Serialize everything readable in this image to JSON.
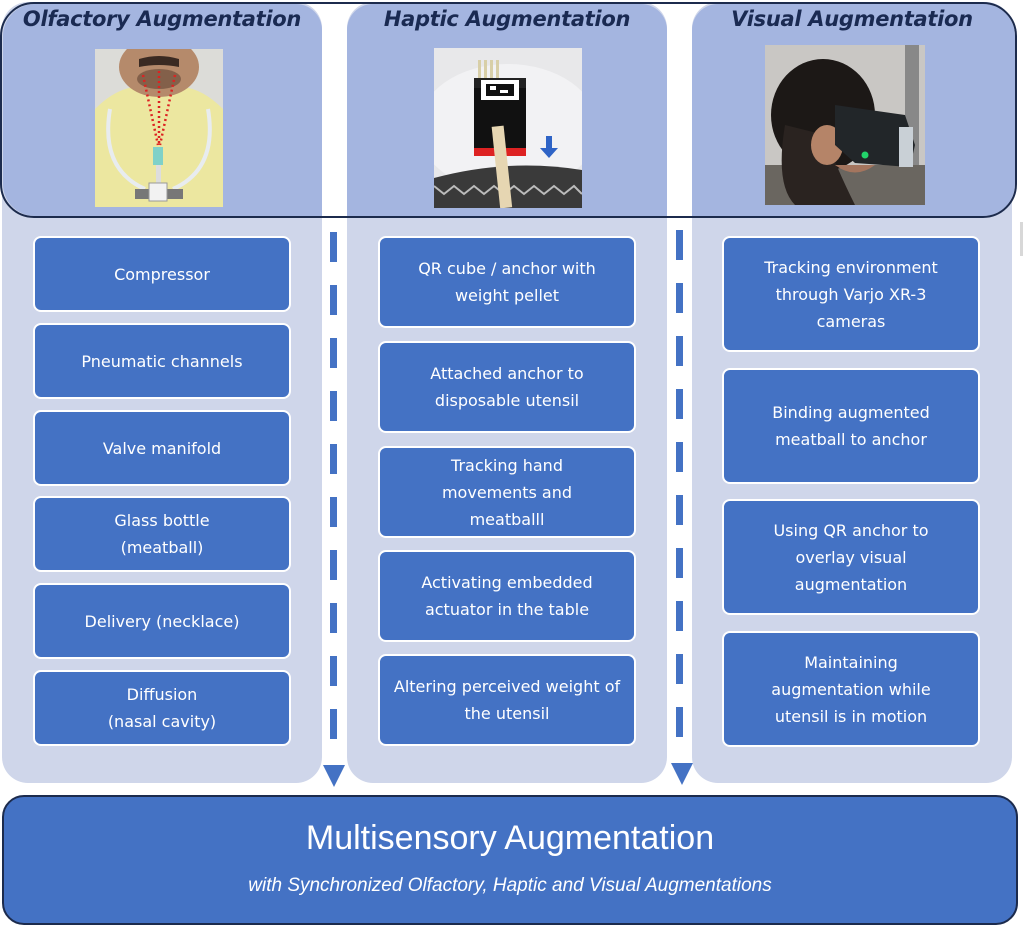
{
  "columns": [
    {
      "title": "Olfactory Augmentation",
      "photo": "person-wearing-scent-necklace",
      "steps": [
        "Compressor",
        "Pneumatic channels",
        "Valve manifold",
        "Glass bottle\n(meatball)",
        "Delivery (necklace)",
        "Diffusion\n(nasal cavity)"
      ]
    },
    {
      "title": "Haptic Augmentation",
      "photo": "qr-cube-on-utensil",
      "steps": [
        "QR cube / anchor with weight pellet",
        "Attached anchor to disposable utensil",
        "Tracking hand movements and meatballl",
        "Activating embedded actuator in the table",
        "Altering perceived weight of the utensil"
      ]
    },
    {
      "title": "Visual Augmentation",
      "photo": "person-wearing-xr-headset",
      "steps": [
        "Tracking environment through Varjo XR-3 cameras",
        "Binding augmented meatball to anchor",
        "Using QR anchor to overlay visual augmentation",
        "Maintaining augmentation while utensil is in motion"
      ]
    }
  ],
  "footer": {
    "title": "Multisensory Augmentation",
    "subtitle": "with Synchronized Olfactory, Haptic and Visual Augmentations"
  },
  "colors": {
    "step_fill": "#4472c4",
    "panel": "#cfd6ea",
    "header_fill": "#a4b5e0",
    "outline": "#1c2b4d",
    "title_text": "#1a2a52"
  }
}
